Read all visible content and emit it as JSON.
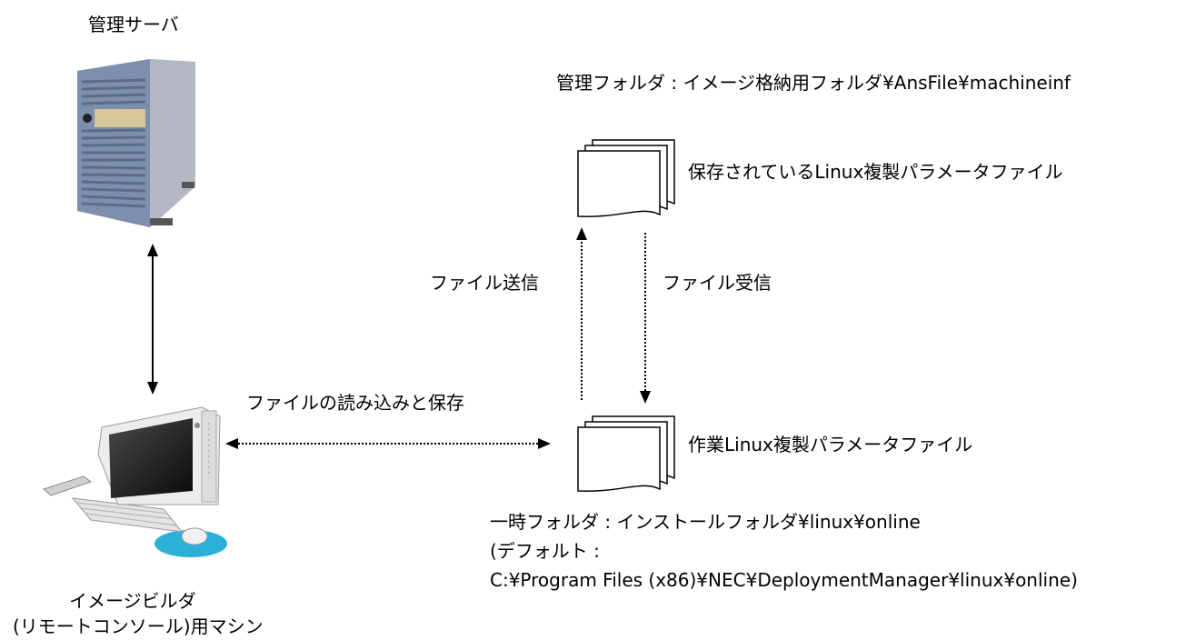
{
  "server": {
    "label": "管理サーバ"
  },
  "builder": {
    "label_line1": "イメージビルダ",
    "label_line2": "(リモートコンソール)用マシン"
  },
  "mgmt_folder": {
    "path": "管理フォルダ : イメージ格納用フォルダ¥AnsFile¥machineinf",
    "file_label": "保存されているLinux複製パラメータファイル"
  },
  "work": {
    "file_label": "作業Linux複製パラメータファイル"
  },
  "temp_folder": {
    "line1": "一時フォルダ : インストールフォルダ¥linux¥online",
    "line2": "(デフォルト :",
    "line3": "C:¥Program Files (x86)¥NEC¥DeploymentManager¥linux¥online)"
  },
  "arrows": {
    "send_label": "ファイル送信",
    "receive_label": "ファイル受信",
    "load_save_label": "ファイルの読み込みと保存"
  },
  "colors": {
    "server_body": "#a9adbb",
    "server_front": "#7d8eaa",
    "server_panel": "#d8c8a0",
    "monitor_body": "#eeeeee",
    "mouse_pad": "#2db0d8"
  }
}
